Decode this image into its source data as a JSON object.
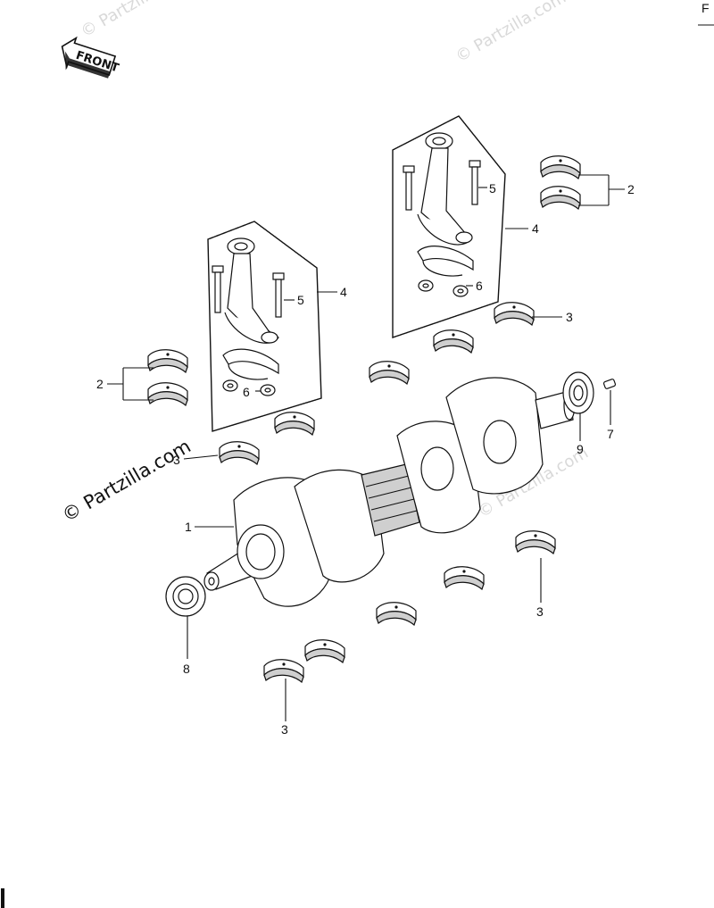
{
  "front_badge": {
    "label": "FRONT"
  },
  "watermark": {
    "text": "© Partzilla.com"
  },
  "corner_text": "F",
  "callouts": {
    "c1": "1",
    "c2a": "2",
    "c2b": "2",
    "c3a": "3",
    "c3b": "3",
    "c3c": "3",
    "c3d": "3",
    "c4a": "4",
    "c4b": "4",
    "c5a": "5",
    "c5b": "5",
    "c6a": "6",
    "c6b": "6",
    "c7": "7",
    "c8": "8",
    "c9": "9"
  }
}
